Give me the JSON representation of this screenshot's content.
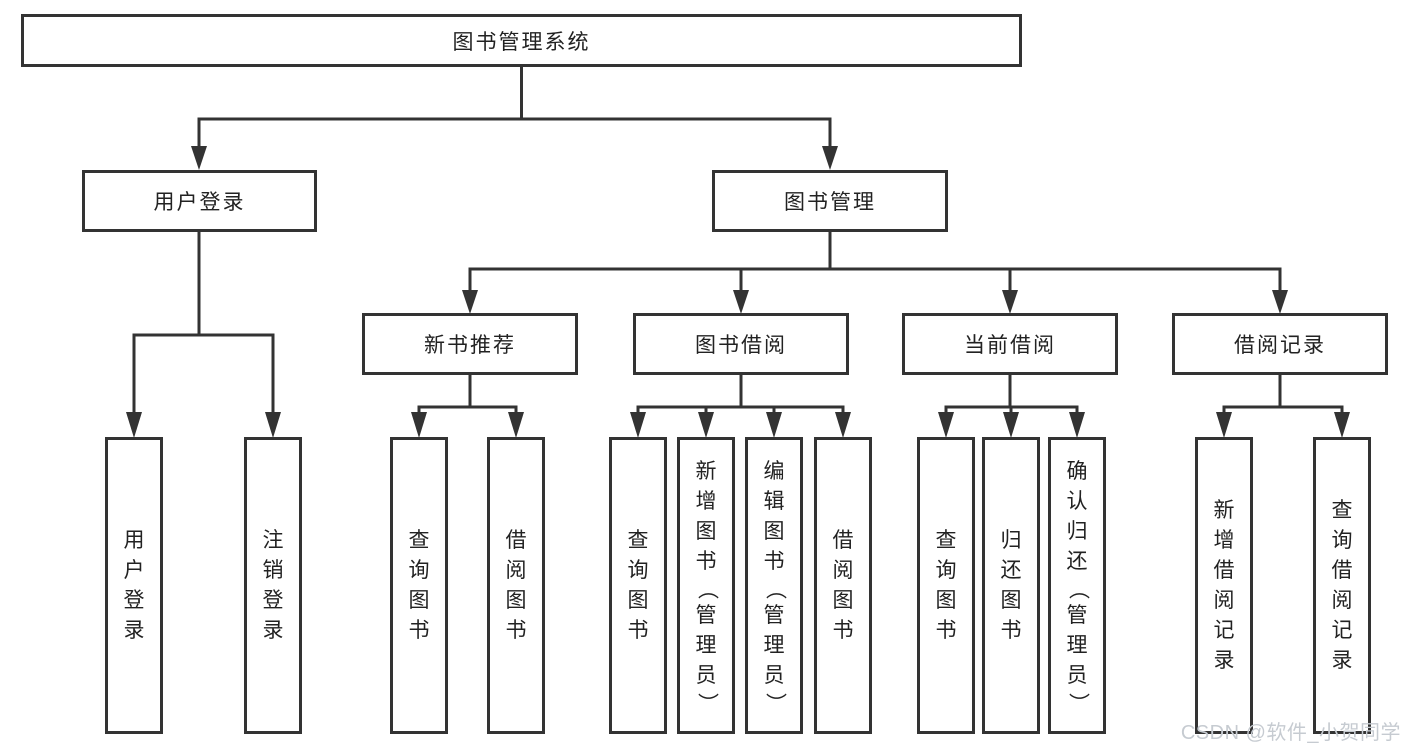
{
  "diagram": {
    "title": "图书管理系统",
    "nodes": {
      "root": {
        "label": "图书管理系统"
      },
      "level2": [
        {
          "label": "用户登录"
        },
        {
          "label": "图书管理"
        }
      ],
      "level3": [
        {
          "label": "新书推荐",
          "parent": "图书管理"
        },
        {
          "label": "图书借阅",
          "parent": "图书管理"
        },
        {
          "label": "当前借阅",
          "parent": "图书管理"
        },
        {
          "label": "借阅记录",
          "parent": "图书管理"
        }
      ],
      "leaves": [
        {
          "label": "用户登录",
          "parent": "用户登录"
        },
        {
          "label": "注销登录",
          "parent": "用户登录"
        },
        {
          "label": "查询图书",
          "parent": "新书推荐"
        },
        {
          "label": "借阅图书",
          "parent": "新书推荐"
        },
        {
          "label": "查询图书",
          "parent": "图书借阅"
        },
        {
          "label": "新增图书（管理员）",
          "parent": "图书借阅"
        },
        {
          "label": "编辑图书（管理员）",
          "parent": "图书借阅"
        },
        {
          "label": "借阅图书",
          "parent": "图书借阅"
        },
        {
          "label": "查询图书",
          "parent": "当前借阅"
        },
        {
          "label": "归还图书",
          "parent": "当前借阅"
        },
        {
          "label": "确认归还（管理员）",
          "parent": "当前借阅"
        },
        {
          "label": "新增借阅记录",
          "parent": "借阅记录"
        },
        {
          "label": "查询借阅记录",
          "parent": "借阅记录"
        }
      ]
    },
    "colors": {
      "line": "#333333",
      "text": "#222222",
      "background": "#ffffff",
      "watermark": "#c6cbd1"
    }
  },
  "watermark": {
    "text": "CSDN @软件_小贺同学"
  }
}
